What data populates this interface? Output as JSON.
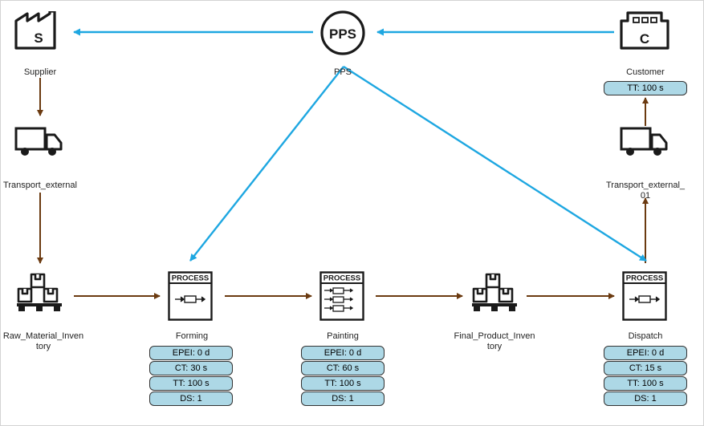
{
  "colors": {
    "material_flow": "#6b3a10",
    "information_flow": "#1ea7e1",
    "info_box_fill": "#add8e6"
  },
  "nodes": {
    "supplier": {
      "label": "Supplier",
      "icon_letter": "S",
      "icon": "factory-icon"
    },
    "pps": {
      "label": "PPS",
      "icon_text": "PPS",
      "icon": "production-control-icon"
    },
    "customer": {
      "label": "Customer",
      "icon_letter": "C",
      "icon": "factory-icon",
      "info": [
        "TT: 100 s"
      ]
    },
    "transport_external": {
      "label": "Transport_external",
      "icon": "truck-icon"
    },
    "transport_external_01": {
      "label_line1": "Transport_external_",
      "label_line2": "01",
      "icon": "truck-icon"
    },
    "raw_material_inventory": {
      "label_line1": "Raw_Material_Inven",
      "label_line2": "tory",
      "icon": "inventory-icon"
    },
    "forming": {
      "label": "Forming",
      "header": "PROCESS",
      "icon": "process-icon",
      "info": [
        "EPEI: 0 d",
        "CT: 30 s",
        "TT: 100 s",
        "DS: 1"
      ]
    },
    "painting": {
      "label": "Painting",
      "header": "PROCESS",
      "icon": "process-multi-icon",
      "info": [
        "EPEI: 0 d",
        "CT: 60 s",
        "TT: 100 s",
        "DS: 1"
      ]
    },
    "final_product_inventory": {
      "label_line1": "Final_Product_Inven",
      "label_line2": "tory",
      "icon": "inventory-icon"
    },
    "dispatch": {
      "label": "Dispatch",
      "header": "PROCESS",
      "icon": "process-icon",
      "info": [
        "EPEI: 0 d",
        "CT: 15 s",
        "TT: 100 s",
        "DS: 1"
      ]
    }
  }
}
